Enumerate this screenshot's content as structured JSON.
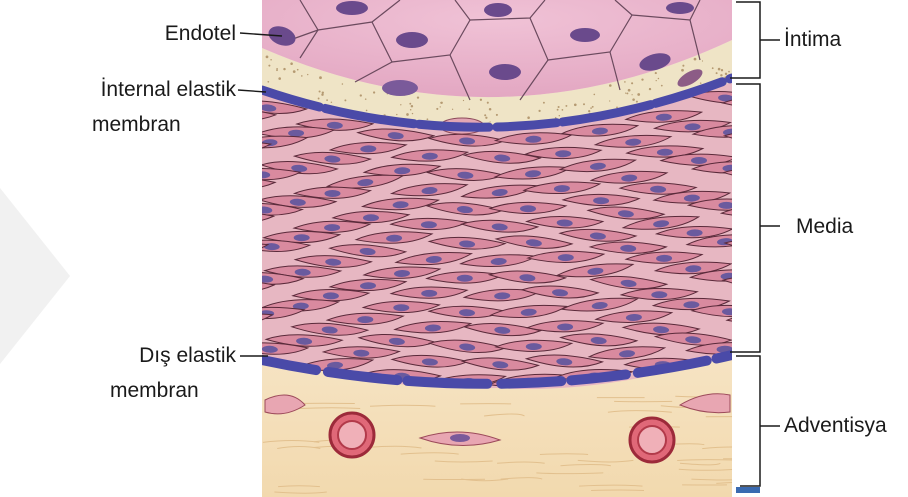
{
  "labels": {
    "endotel": "Endotel",
    "internal_line1": "İnternal elastik",
    "internal_line2": "membran",
    "dis_line1": "Dış elastik",
    "dis_line2": "membran",
    "intima": "İntima",
    "media": "Media",
    "adventisya": "Adventisya"
  },
  "colors": {
    "elastic_membrane": "#4a4aa8",
    "smooth_muscle": "#d98a9f",
    "muscle_nucleus": "#6a5a9e",
    "endothelium": "#e8b0c8",
    "adventitia": "#f4deb8",
    "vessel": "#c44a58"
  }
}
